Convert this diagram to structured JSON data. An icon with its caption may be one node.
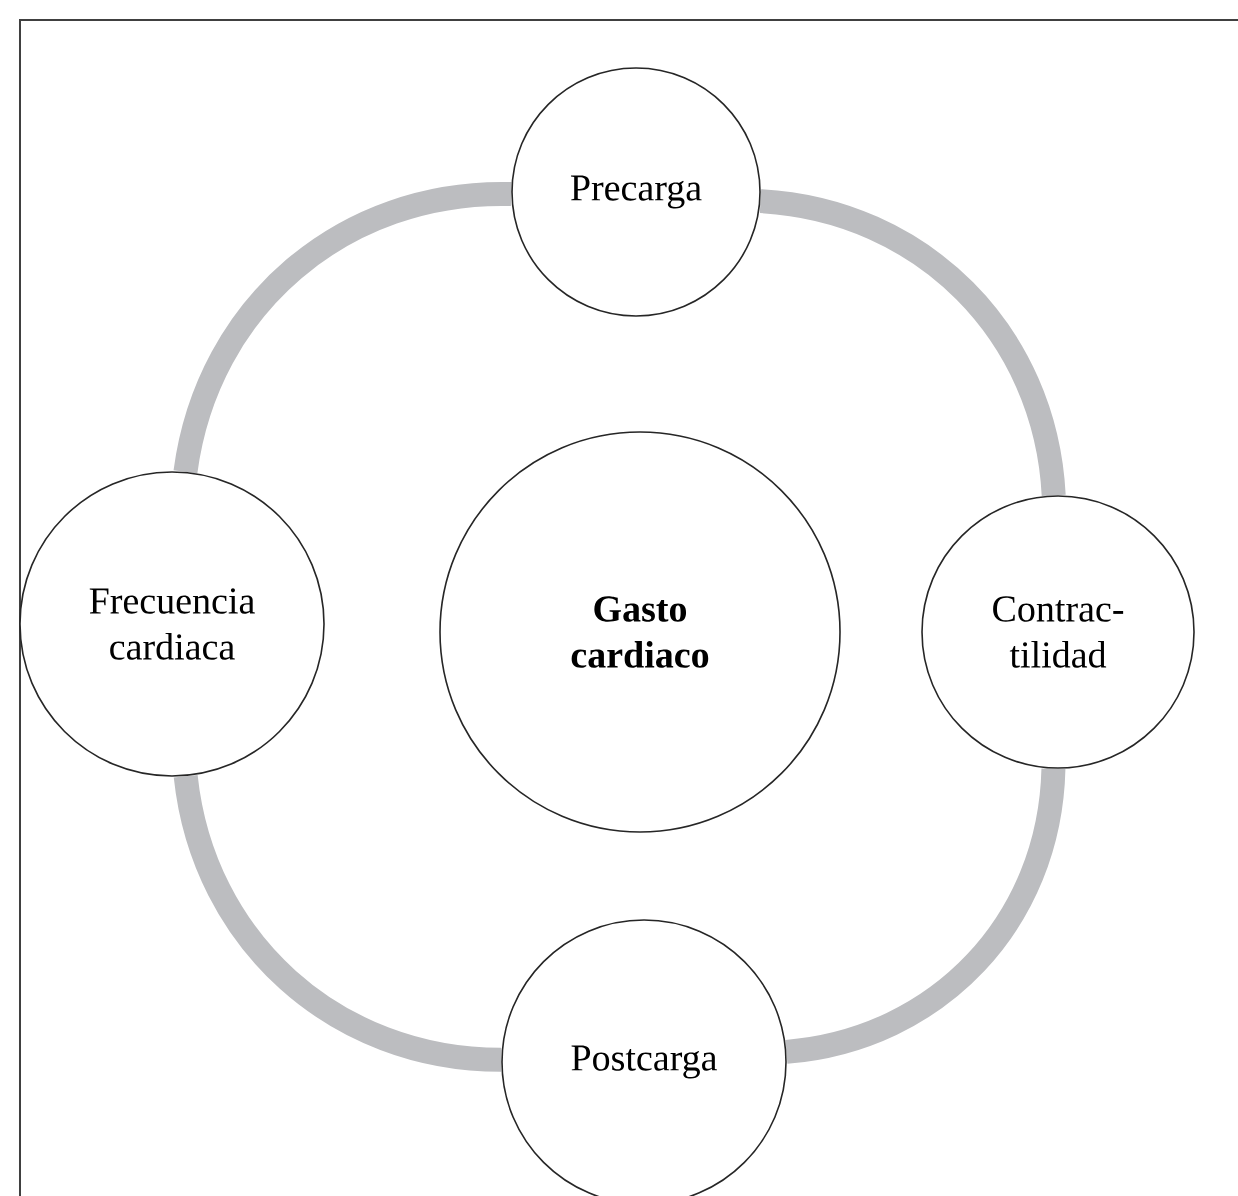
{
  "diagram": {
    "nodes": [
      {
        "text": [
          "Precarga"
        ]
      },
      {
        "text": [
          "Frecuencia cardiaca"
        ]
      },
      {
        "text": [
          "Gasto cardiaco"
        ]
      },
      {
        "text": [
          "Contrac- tilidad"
        ]
      },
      {
        "text": [
          "Postcarga"
        ]
      }
    ],
    "edges": [
      {
        "from": 0,
        "to": 3,
        "arrow": "none"
      },
      {
        "from": 3,
        "to": 4,
        "arrow": "none"
      },
      {
        "from": 4,
        "to": 1,
        "arrow": "none"
      },
      {
        "from": 1,
        "to": 0,
        "arrow": "none"
      }
    ]
  }
}
